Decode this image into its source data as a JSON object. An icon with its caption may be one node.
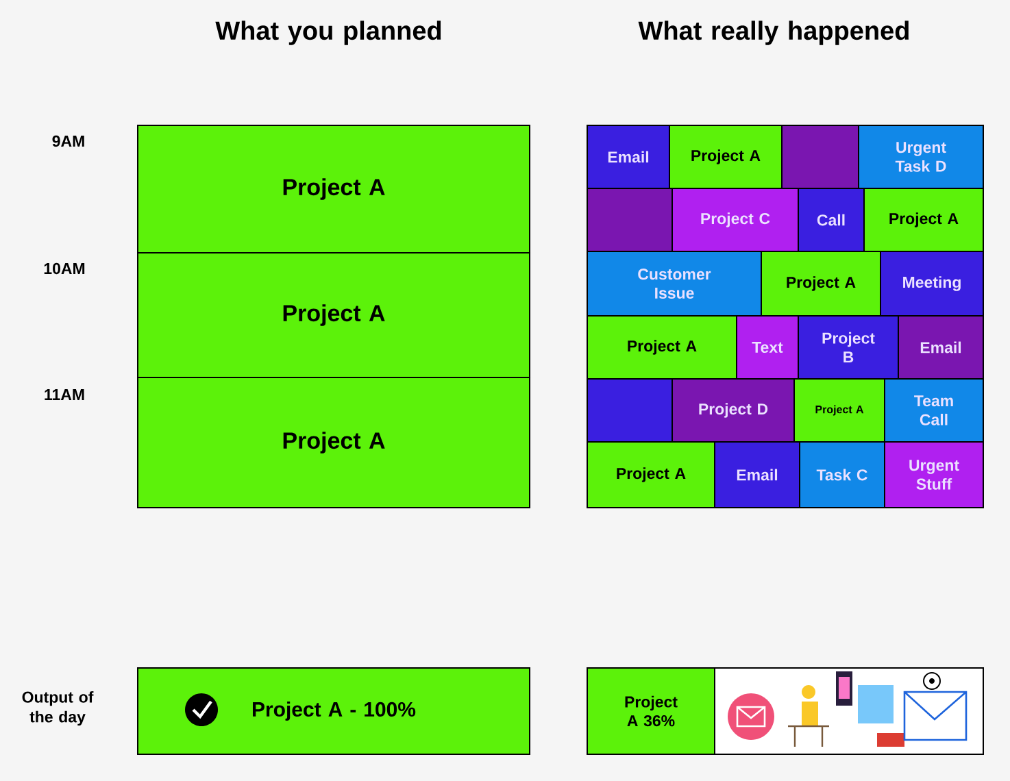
{
  "diagram": {
    "nodes": [
      {
        "text": [
          "Project A"
        ]
      },
      {
        "text": [
          "Project A"
        ]
      },
      {
        "text": [
          "Project A"
        ]
      },
      {
        "text": [
          "Email"
        ]
      },
      {
        "text": [
          "Project A"
        ]
      },
      {
        "text": [],
        "shape": "box"
      },
      {
        "text": [
          "Urgent Task D"
        ]
      },
      {
        "text": [],
        "shape": "box"
      },
      {
        "text": [
          "Project C"
        ]
      },
      {
        "text": [
          "Call"
        ]
      },
      {
        "text": [
          "Project A"
        ]
      },
      {
        "text": [
          "Customer Issue"
        ]
      },
      {
        "text": [
          "Project A"
        ]
      },
      {
        "text": [
          "Meeting"
        ]
      },
      {
        "text": [
          "Project A"
        ]
      },
      {
        "text": [
          "Text"
        ]
      },
      {
        "text": [
          "Project B"
        ]
      },
      {
        "text": [
          "Email"
        ]
      },
      {
        "text": [],
        "shape": "box"
      },
      {
        "text": [
          "Project D"
        ]
      },
      {
        "text": [
          "Project A"
        ]
      },
      {
        "text": [
          "Team Call"
        ]
      },
      {
        "text": [
          "Project A"
        ]
      },
      {
        "text": [
          "Email"
        ]
      },
      {
        "text": [
          "Task C"
        ]
      },
      {
        "text": [
          "Urgent Stuff"
        ]
      },
      {
        "text": [
          "Project A - 100%"
        ]
      },
      {
        "text": [
          "Project A 36%"
        ]
      },
      {
        "text": [],
        "shape": "picture"
      }
    ],
    "labels": [
      "What you planned",
      "What really happened",
      "9AM",
      "10AM",
      "11AM",
      "Output of the day"
    ]
  }
}
